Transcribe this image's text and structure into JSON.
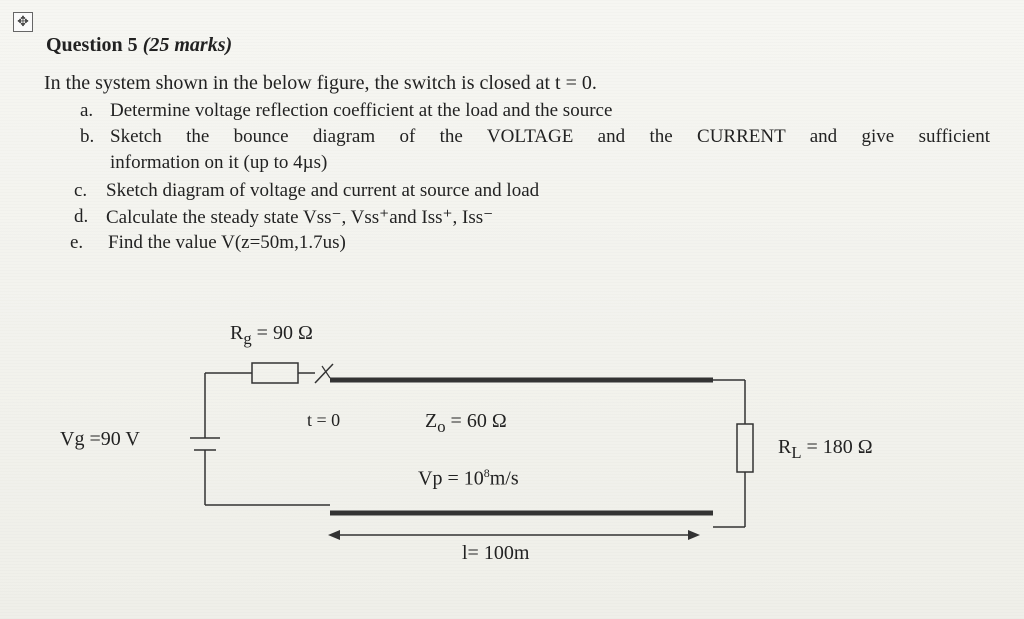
{
  "handle_icon": "move-handle-icon",
  "question": {
    "title": "Question 5",
    "marks": "(25 marks)",
    "intro": "In the system shown in the below figure, the switch is closed at t = 0.",
    "items": [
      {
        "letter": "a.",
        "text": "Determine voltage reflection coefficient at the load and the source"
      },
      {
        "letter": "b.",
        "text": "Sketch the bounce diagram of the VOLTAGE and the CURRENT and give sufficient",
        "continuation": "information on it (up to 4µs)"
      },
      {
        "letter": "c.",
        "text": "Sketch diagram of voltage and current at source and load"
      },
      {
        "letter": "d.",
        "text": "Calculate the steady state Vss⁻, Vss⁺and Iss⁺, Iss⁻"
      },
      {
        "letter": "e.",
        "text": "Find the value V(z=50m,1.7us)"
      }
    ]
  },
  "circuit": {
    "rg": "R",
    "rg_sub": "g",
    "rg_value": " = 90 Ω",
    "switch_label": "t = 0",
    "vg": "Vg =90 V",
    "z0": "Z",
    "z0_sub": "o",
    "z0_value": " = 60 Ω",
    "vp": "Vp = 10",
    "vp_exp": "8",
    "vp_unit": "m/s",
    "rl": "R",
    "rl_sub": "L",
    "rl_value": " = 180 Ω",
    "length": "l= 100m"
  }
}
